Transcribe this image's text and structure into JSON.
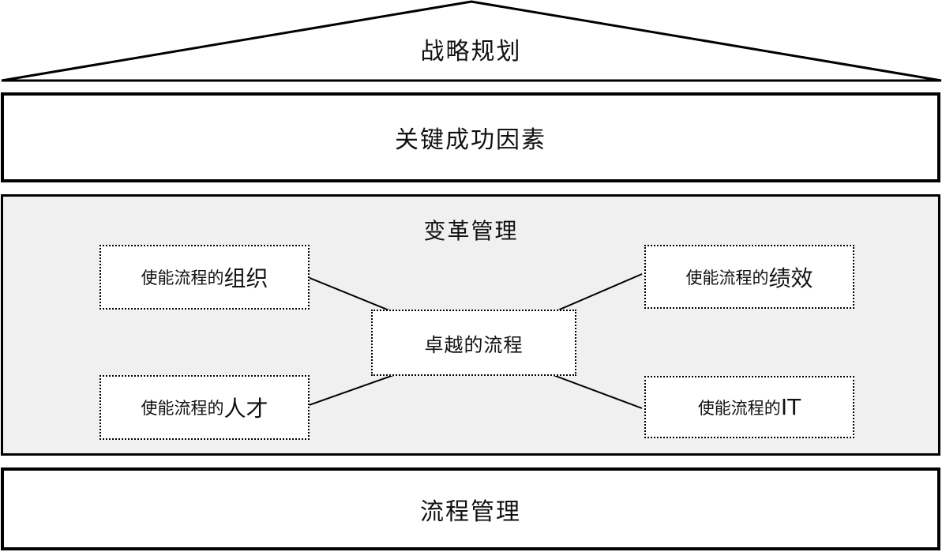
{
  "diagram": {
    "roof": {
      "label": "战略规划"
    },
    "csf": {
      "label": "关键成功因素"
    },
    "change_panel": {
      "title": "变革管理",
      "center": {
        "label": "卓越的流程"
      },
      "nodes": [
        {
          "prefix": "使能流程的",
          "term": "组织",
          "position": "top-left"
        },
        {
          "prefix": "使能流程的",
          "term": "绩效",
          "position": "top-right"
        },
        {
          "prefix": "使能流程的",
          "term": "人才",
          "position": "bottom-left"
        },
        {
          "prefix": "使能流程的",
          "term": "IT",
          "position": "bottom-right"
        }
      ]
    },
    "process": {
      "label": "流程管理"
    },
    "colors": {
      "panel_bg": "#f0f0f0",
      "line": "#000000",
      "box_bg": "#ffffff"
    }
  }
}
